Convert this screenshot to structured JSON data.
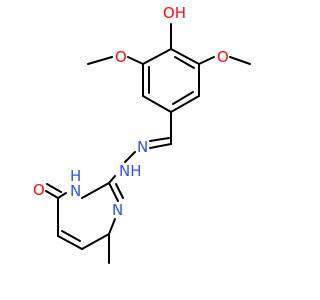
{
  "molecule": {
    "atoms": [
      {
        "id": "O_hydroxy",
        "label": "OH",
        "color": "#ff0d0d"
      },
      {
        "id": "O_methoxy_left",
        "label": "O",
        "color": "#ff0d0d"
      },
      {
        "id": "O_methoxy_right",
        "label": "O",
        "color": "#ff0d0d"
      },
      {
        "id": "N_imine",
        "label": "N",
        "color": "#3050f8"
      },
      {
        "id": "NH_hydrazine",
        "label": "NH",
        "color": "#3050f8"
      },
      {
        "id": "NH_ring",
        "label": "H",
        "label_n": "N",
        "color": "#3050f8"
      },
      {
        "id": "N_ring",
        "label": "N",
        "color": "#3050f8"
      },
      {
        "id": "O_carbonyl",
        "label": "O",
        "color": "#ff0d0d"
      }
    ]
  }
}
